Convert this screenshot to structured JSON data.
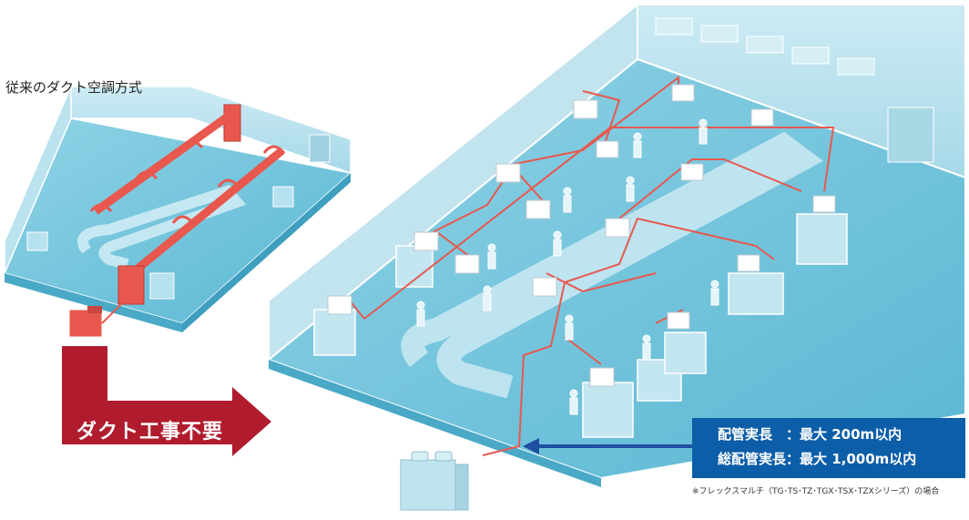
{
  "conventional": {
    "title": "従来のダクト空調方式"
  },
  "arrow": {
    "label": "ダクト工事不要"
  },
  "specs": {
    "line1": "配管実長　：最大 200m以内",
    "line2": "総配管実長：最大 1,000m以内"
  },
  "footnote": "※フレックスマルチ（TG･TS･TZ･TGX･TSX･TZXシリーズ）の場合",
  "colors": {
    "room_floor": "#6fc3dc",
    "room_wall": "#b9e1ee",
    "room_edge": "#ffffff",
    "duct": "#e8584e",
    "pipe": "#e8584e",
    "arrow": "#b01c2e",
    "spec_box": "#0d5ea8",
    "spec_arrow": "#1f4fa0"
  }
}
